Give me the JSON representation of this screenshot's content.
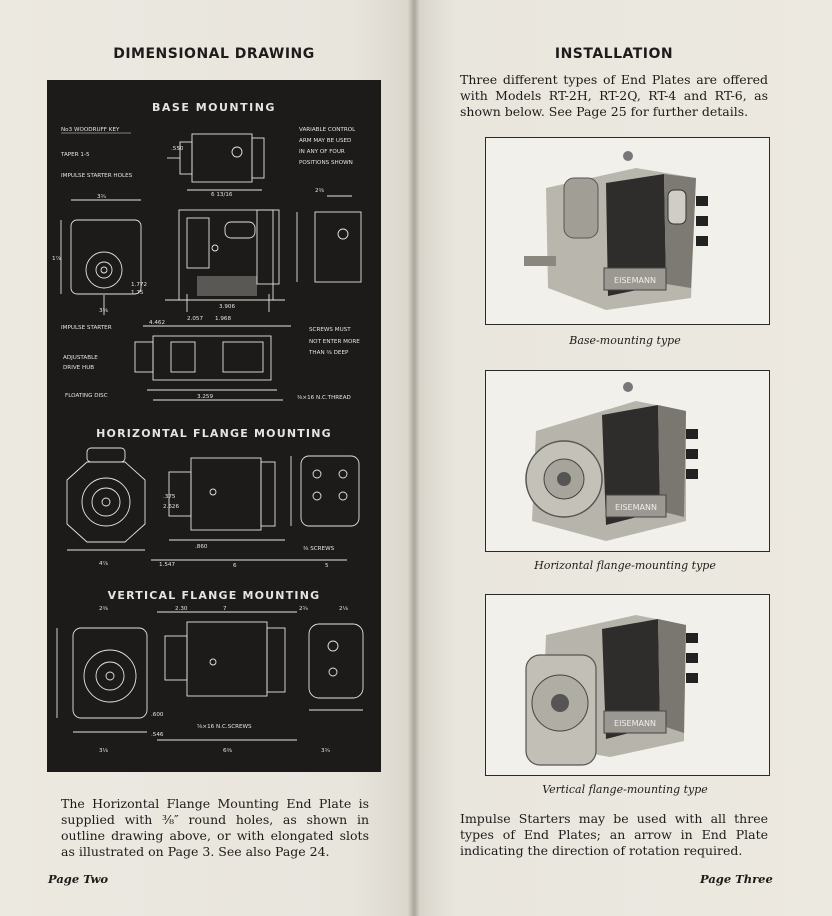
{
  "left_page": {
    "heading": "DIMENSIONAL DRAWING",
    "drawing": {
      "base_title": "BASE MOUNTING",
      "horizontal_title": "HORIZONTAL FLANGE MOUNTING",
      "vertical_title": "VERTICAL FLANGE MOUNTING",
      "labels": {
        "woodruff_key": "No3 WOODRUFF KEY",
        "taper": "TAPER 1-5",
        "impulse_holes": "IMPULSE STARTER HOLES",
        "variable_control": "VARIABLE CONTROL",
        "arm_may_be_used": "ARM MAY BE USED",
        "in_any_of_four": "IN ANY OF FOUR",
        "positions_shown": "POSITIONS SHOWN",
        "impulse_starter": "IMPULSE STARTER",
        "adjustable": "ADJUSTABLE",
        "drive_hub": "DRIVE HUB",
        "floating_disc": "FLOATING DISC",
        "screws_must": "SCREWS MUST",
        "not_enter_more": "NOT ENTER MORE",
        "than_deep": "THAN ⅜ DEEP",
        "thread": "⅜×16 N.C.THREAD",
        "screws": "⅜ SCREWS",
        "nc_screws": "⅝×16 N.C.SCREWS"
      },
      "dimensions": {
        "d_550": ".550",
        "d_6_13_16": "6 13/16",
        "d_3_3_4": "3¾",
        "d_1_7_8": "1⅞",
        "d_3_3_8": "3⅜",
        "d_2_3_8": "2⅜",
        "d_3_906": "3.906",
        "d_4_462": "4.462",
        "d_2_057": "2.057",
        "d_1_968": "1.968",
        "d_3_259": "3.259",
        "d_1_772": "1.772",
        "d_1_75": "1.75",
        "d_3_375": ".375",
        "d_2_626": "2.626",
        "d_860": ".860",
        "d_1_547": "1.547",
        "d_6": "6",
        "d_5": "5",
        "d_4_7_8": "4⅞",
        "d_7": "7",
        "d_2_3_4": "2¾",
        "d_2_18": "2⅛",
        "d_2_3_8b": "2⅜",
        "d_230": "2.30",
        "d_600": ".600",
        "d_546": ".546",
        "d_3_18": "3⅛",
        "d_6_3_8": "6⅜",
        "d_3_3_4b": "3¾"
      }
    },
    "body_text": "The Horizontal Flange Mounting End Plate is supplied with ⅜″ round holes, as shown in outline drawing above, or with elongated slots as illustrated on Page 3. See also Page 24.",
    "folio": "Page Two"
  },
  "right_page": {
    "heading": "INSTALLATION",
    "intro_text": "Three different types of End Plates are offered with Models RT-2H, RT-2Q, RT-4 and RT-6, as shown below. See Page 25 for further details.",
    "photos": [
      {
        "caption": "Base-mounting type",
        "nameplate": "EISEMANN"
      },
      {
        "caption": "Horizontal flange-mounting type",
        "nameplate": "EISEMANN"
      },
      {
        "caption": "Vertical flange-mounting type",
        "nameplate": "EISEMANN"
      }
    ],
    "body_text": "Impulse Starters may be used with all three types of End Plates; an arrow in End Plate indicating the direction of rotation required.",
    "folio": "Page Three"
  },
  "colors": {
    "paper": "#ebe8e0",
    "blackboard": "#1c1b1a",
    "chalk": "#e6e4df",
    "ink": "#1d1c1a"
  }
}
